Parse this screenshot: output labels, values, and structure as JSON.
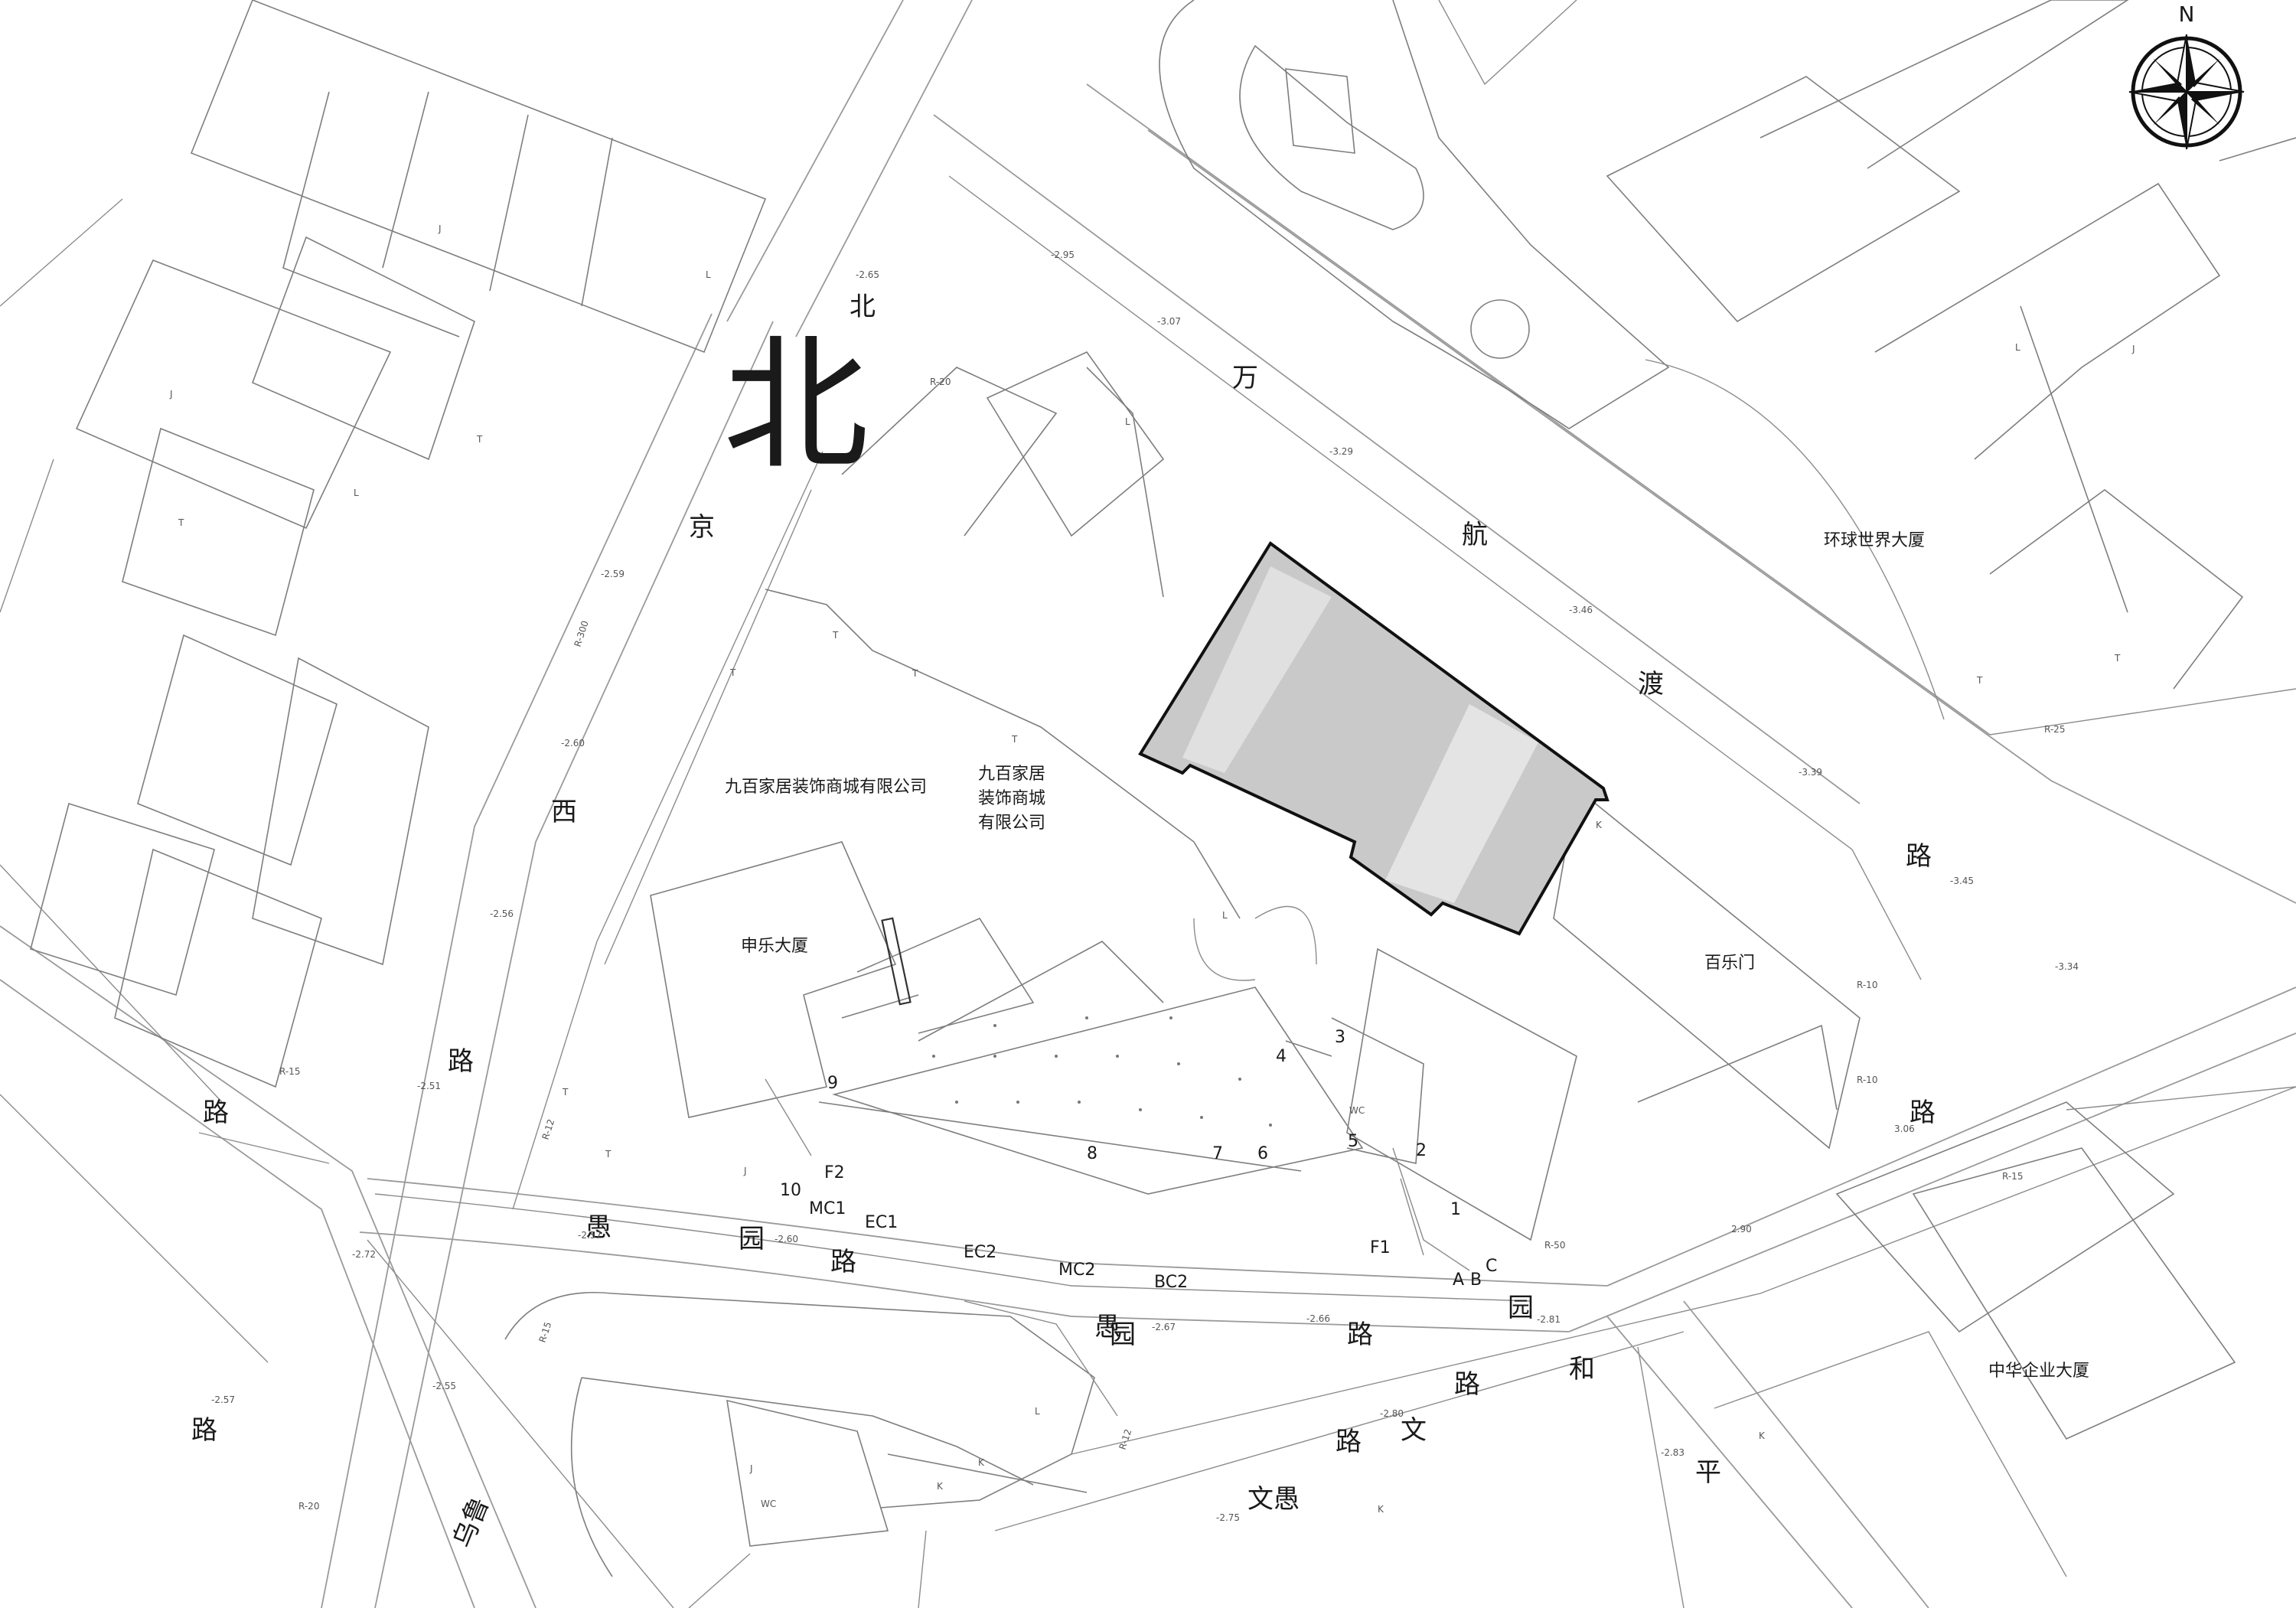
{
  "north_arrow_label": "N",
  "title_char": "北",
  "roads": {
    "beijing_west_road": [
      "北",
      "京",
      "西",
      "路"
    ],
    "wanhangdu_road": [
      "万",
      "航",
      "渡",
      "路"
    ],
    "yuyuan_road": [
      "愚",
      "园",
      "路"
    ],
    "yuyuan_road_lower": [
      "愚",
      "园",
      "路"
    ],
    "yuyuan_road_east": "园",
    "heping": [
      "和",
      "平"
    ],
    "wulu": [
      "路",
      "乌鲁"
    ],
    "wenyu": [
      "文愚",
      "路",
      "路",
      "文"
    ],
    "road_left_end": "路",
    "road_right_end": "路"
  },
  "buildings": {
    "jiubaijia_company_line": "九百家居装饰商城有限公司",
    "jiubaijia_company_stack": [
      "九百家居",
      "装饰商城",
      "有限公司"
    ],
    "shenle": "申乐大厦",
    "baile": "百乐门",
    "global_world": "环球世界大厦",
    "china_enterprise": "中华企业大厦"
  },
  "site_points": [
    "1",
    "2",
    "3",
    "4",
    "5",
    "6",
    "7",
    "8",
    "9",
    "10"
  ],
  "entrances": [
    "F1",
    "F2",
    "MC1",
    "EC1",
    "EC2",
    "MC2",
    "BC2",
    "A",
    "B",
    "C",
    "WC"
  ],
  "spot_heights": [
    "-2.65",
    "-2.95",
    "-3.07",
    "-3.29",
    "-3.46",
    "-3.39",
    "-3.45",
    "-3.34",
    "-2.59",
    "-2.60",
    "-2.56",
    "-2.51",
    "-2.57",
    "-2.72",
    "-2.55",
    "-2.57",
    "-2.60",
    "-2.66",
    "-2.67",
    "-2.80",
    "-2.81",
    "-2.75",
    "-2.83",
    "2.90",
    "3.06"
  ],
  "radius_notes": [
    "R-20",
    "R-300",
    "R-12",
    "R-15",
    "R-15",
    "R-20",
    "R-12",
    "R-50",
    "R-10",
    "R-10",
    "R-15",
    "R-25"
  ],
  "symbol_letters": [
    "J",
    "J",
    "L",
    "T",
    "T",
    "L",
    "L",
    "T",
    "T",
    "T",
    "T",
    "L",
    "K",
    "J",
    "J",
    "L",
    "K",
    "K",
    "K",
    "T",
    "T",
    "L",
    "J",
    "T",
    "T",
    "K",
    "WC"
  ],
  "colors": {
    "site_dark": "#c9c9c9",
    "site_light": "#e6e6e6",
    "site_outline": "#111111"
  }
}
